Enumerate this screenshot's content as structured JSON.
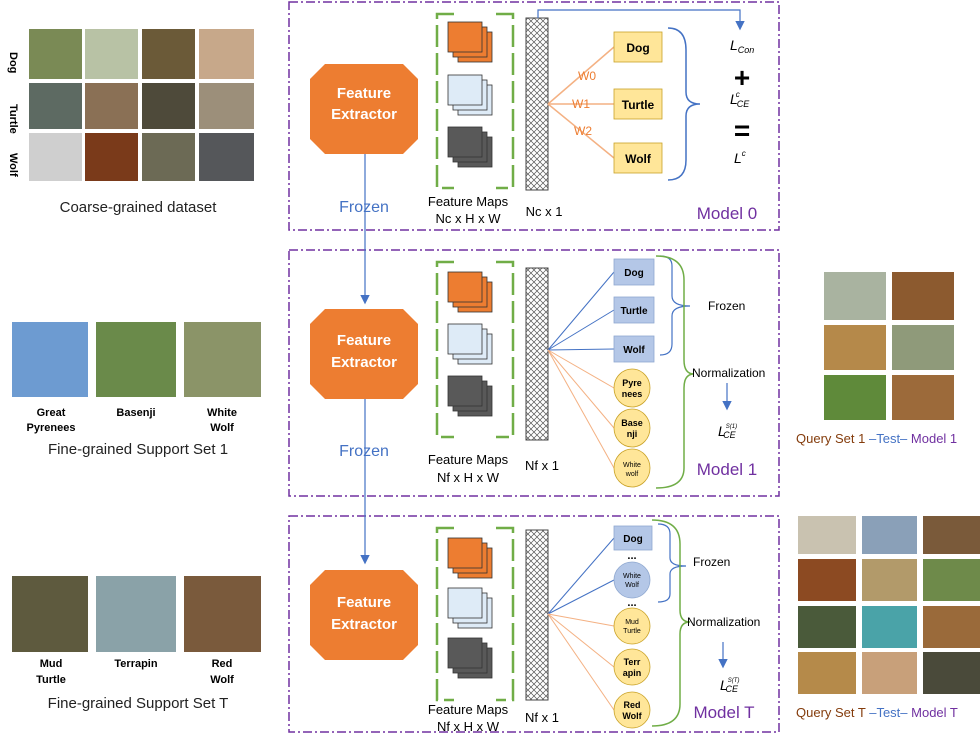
{
  "coarse": {
    "caption": "Coarse-grained dataset",
    "row_labels": [
      "Dog",
      "Turtle",
      "Wolf"
    ]
  },
  "support1": {
    "caption": "Fine-grained Support Set 1",
    "labels": [
      [
        "Great",
        "Pyrenees"
      ],
      [
        "Basenji"
      ],
      [
        "White",
        "Wolf"
      ]
    ]
  },
  "supportT": {
    "caption": "Fine-grained Support Set T",
    "labels": [
      [
        "Mud",
        "Turtle"
      ],
      [
        "Terrapin"
      ],
      [
        "Red",
        "Wolf"
      ]
    ]
  },
  "frozen_label": "Frozen",
  "feature_extractor": [
    "Feature",
    "Extractor"
  ],
  "model0": {
    "title": "Model 0",
    "feature_maps": [
      "Feature Maps",
      "Nc x H x W"
    ],
    "vector_label": "Nc x 1",
    "weights": [
      "W0",
      "W1",
      "W2"
    ],
    "classes": [
      "Dog",
      "Turtle",
      "Wolf"
    ],
    "loss": {
      "con": "L",
      "con_sub": "Con",
      "plus": "+",
      "ce": "L",
      "ce_sub": "CE",
      "ce_sup": "c",
      "eq": "=",
      "total": "L",
      "total_sup": "c"
    }
  },
  "model1": {
    "title": "Model 1",
    "feature_maps": [
      "Feature Maps",
      "Nf x H x W"
    ],
    "vector_label": "Nf x 1",
    "old_classes": [
      "Dog",
      "Turtle",
      "Wolf"
    ],
    "new_classes": [
      [
        "Pyre",
        "nees"
      ],
      [
        "Base",
        "nji"
      ],
      [
        "White",
        "wolf"
      ]
    ],
    "frozen": "Frozen",
    "normalization": "Normalization",
    "loss": {
      "l": "L",
      "sub": "CE",
      "sup": "S(1)"
    }
  },
  "modelT": {
    "title": "Model T",
    "feature_maps": [
      "Feature Maps",
      "Nf x H x W"
    ],
    "vector_label": "Nf x 1",
    "old_classes": [
      [
        "Dog"
      ],
      [
        "White",
        "Wolf"
      ]
    ],
    "new_classes": [
      [
        "Mud",
        "Turtle"
      ],
      [
        "Terr",
        "apin"
      ],
      [
        "Red",
        "Wolf"
      ]
    ],
    "ellipsis": "...",
    "frozen": "Frozen",
    "normalization": "Normalization",
    "loss": {
      "l": "L",
      "sub": "CE",
      "sup": "S(T)"
    }
  },
  "query1": {
    "parts": [
      "Query Set 1",
      " –Test– ",
      "Model 1"
    ]
  },
  "queryT": {
    "parts": [
      "Query Set T",
      " –Test– ",
      "Model T"
    ]
  },
  "colors": {
    "orange": "#ED7D31",
    "purple": "#7030A0",
    "green": "#70AD47",
    "blue": "#4472C4",
    "yellow": "#FFE699",
    "light_blue": "#B4C7E7",
    "brown": "#843C0C"
  }
}
